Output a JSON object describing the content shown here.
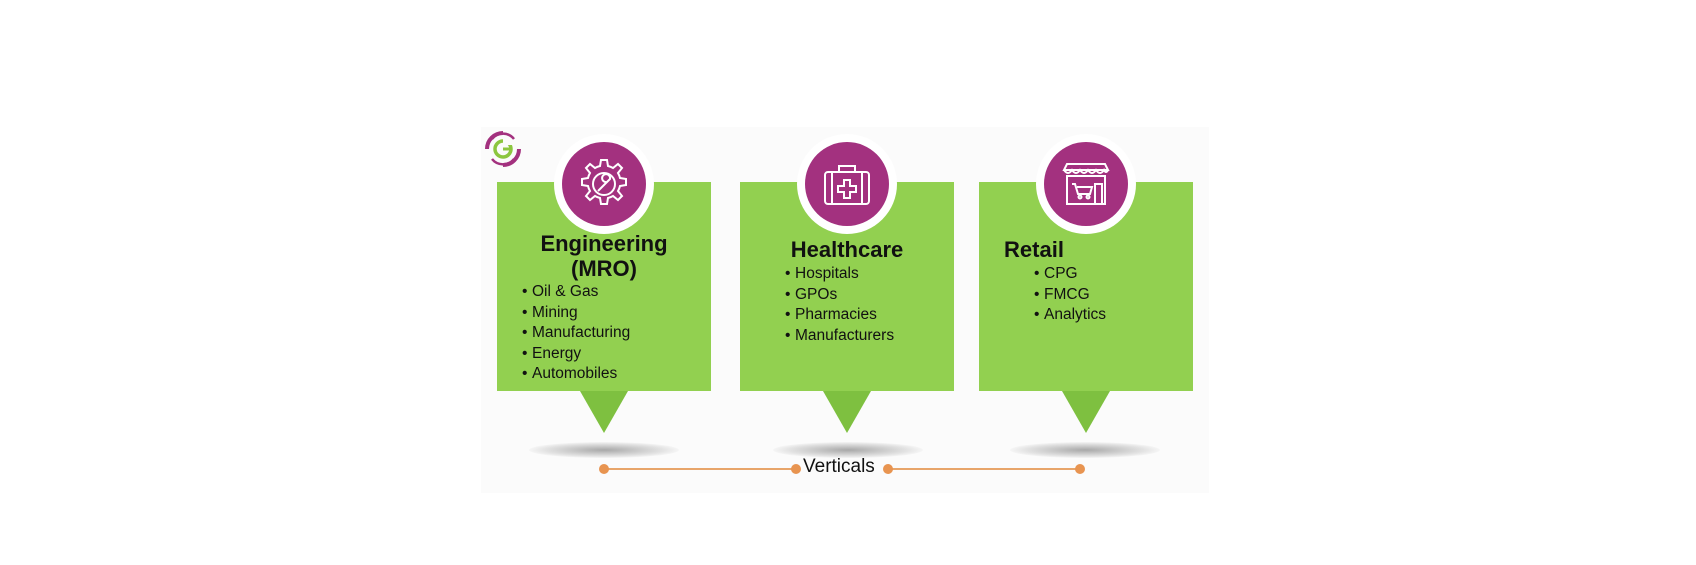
{
  "colors": {
    "card_green": "#92d050",
    "icon_purple": "#a3317f",
    "timeline_orange": "#e89450"
  },
  "verticals": [
    {
      "title": "Engineering\n(MRO)",
      "icon": "gear-wrench-icon",
      "items": [
        "Oil & Gas",
        "Mining",
        "Manufacturing",
        "Energy",
        "Automobiles"
      ]
    },
    {
      "title": "Healthcare",
      "icon": "medical-kit-icon",
      "items": [
        "Hospitals",
        "GPOs",
        "Pharmacies",
        "Manufacturers"
      ]
    },
    {
      "title": "Retail",
      "icon": "storefront-icon",
      "items": [
        "CPG",
        "FMCG",
        "Analytics"
      ]
    }
  ],
  "footer": {
    "label": "Verticals"
  }
}
